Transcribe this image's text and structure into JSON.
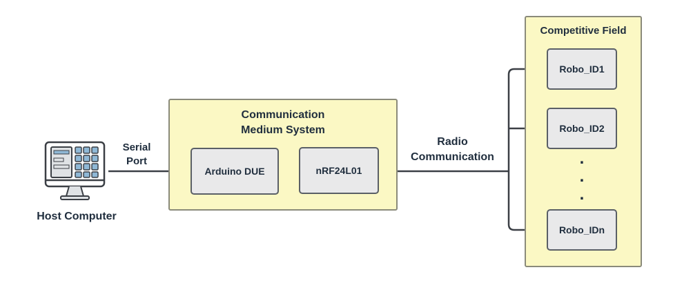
{
  "host": {
    "label": "Host Computer"
  },
  "serial": {
    "line1": "Serial",
    "line2": "Port"
  },
  "medium": {
    "title_line1": "Communication",
    "title_line2": "Medium System"
  },
  "arduino": {
    "label": "Arduino DUE"
  },
  "nrf": {
    "label": "nRF24L01"
  },
  "radio": {
    "line1": "Radio",
    "line2": "Communication"
  },
  "field": {
    "title": "Competitive Field"
  },
  "robots": [
    {
      "label": "Robo_ID1"
    },
    {
      "label": "Robo_ID2"
    },
    {
      "label": "Robo_IDn"
    }
  ],
  "ellipsis": ".",
  "colors": {
    "container_fill": "#fbf8c4",
    "block_fill": "#e9e9ea",
    "line": "#3b3f45",
    "text": "#1f2d3d"
  }
}
